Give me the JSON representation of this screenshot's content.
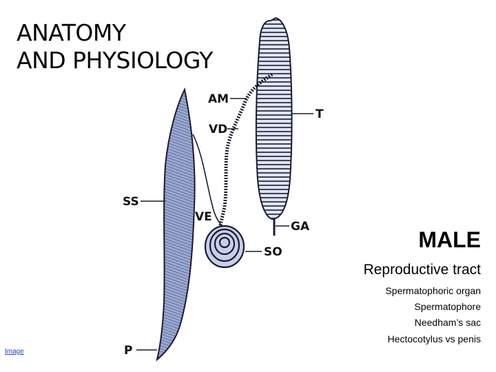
{
  "title": {
    "line1": "ANATOMY",
    "line2": "AND PHYSIOLOGY"
  },
  "figure": {
    "labels": {
      "am": "AM",
      "vd": "VD",
      "t": "T",
      "ss": "SS",
      "ve": "VE",
      "ga": "GA",
      "so": "SO",
      "p": "P"
    }
  },
  "panel": {
    "heading": "MALE",
    "subheading": "Reproductive tract",
    "items": [
      "Spermatophoric organ",
      "Spermatophore",
      "Needham’s sac",
      "Hectocotylus vs penis"
    ]
  },
  "footer": {
    "image_link": "Image"
  },
  "colors": {
    "organ_fill": "#8e9ec8",
    "line": "#1a1a2e",
    "link": "#1a3fd0"
  }
}
